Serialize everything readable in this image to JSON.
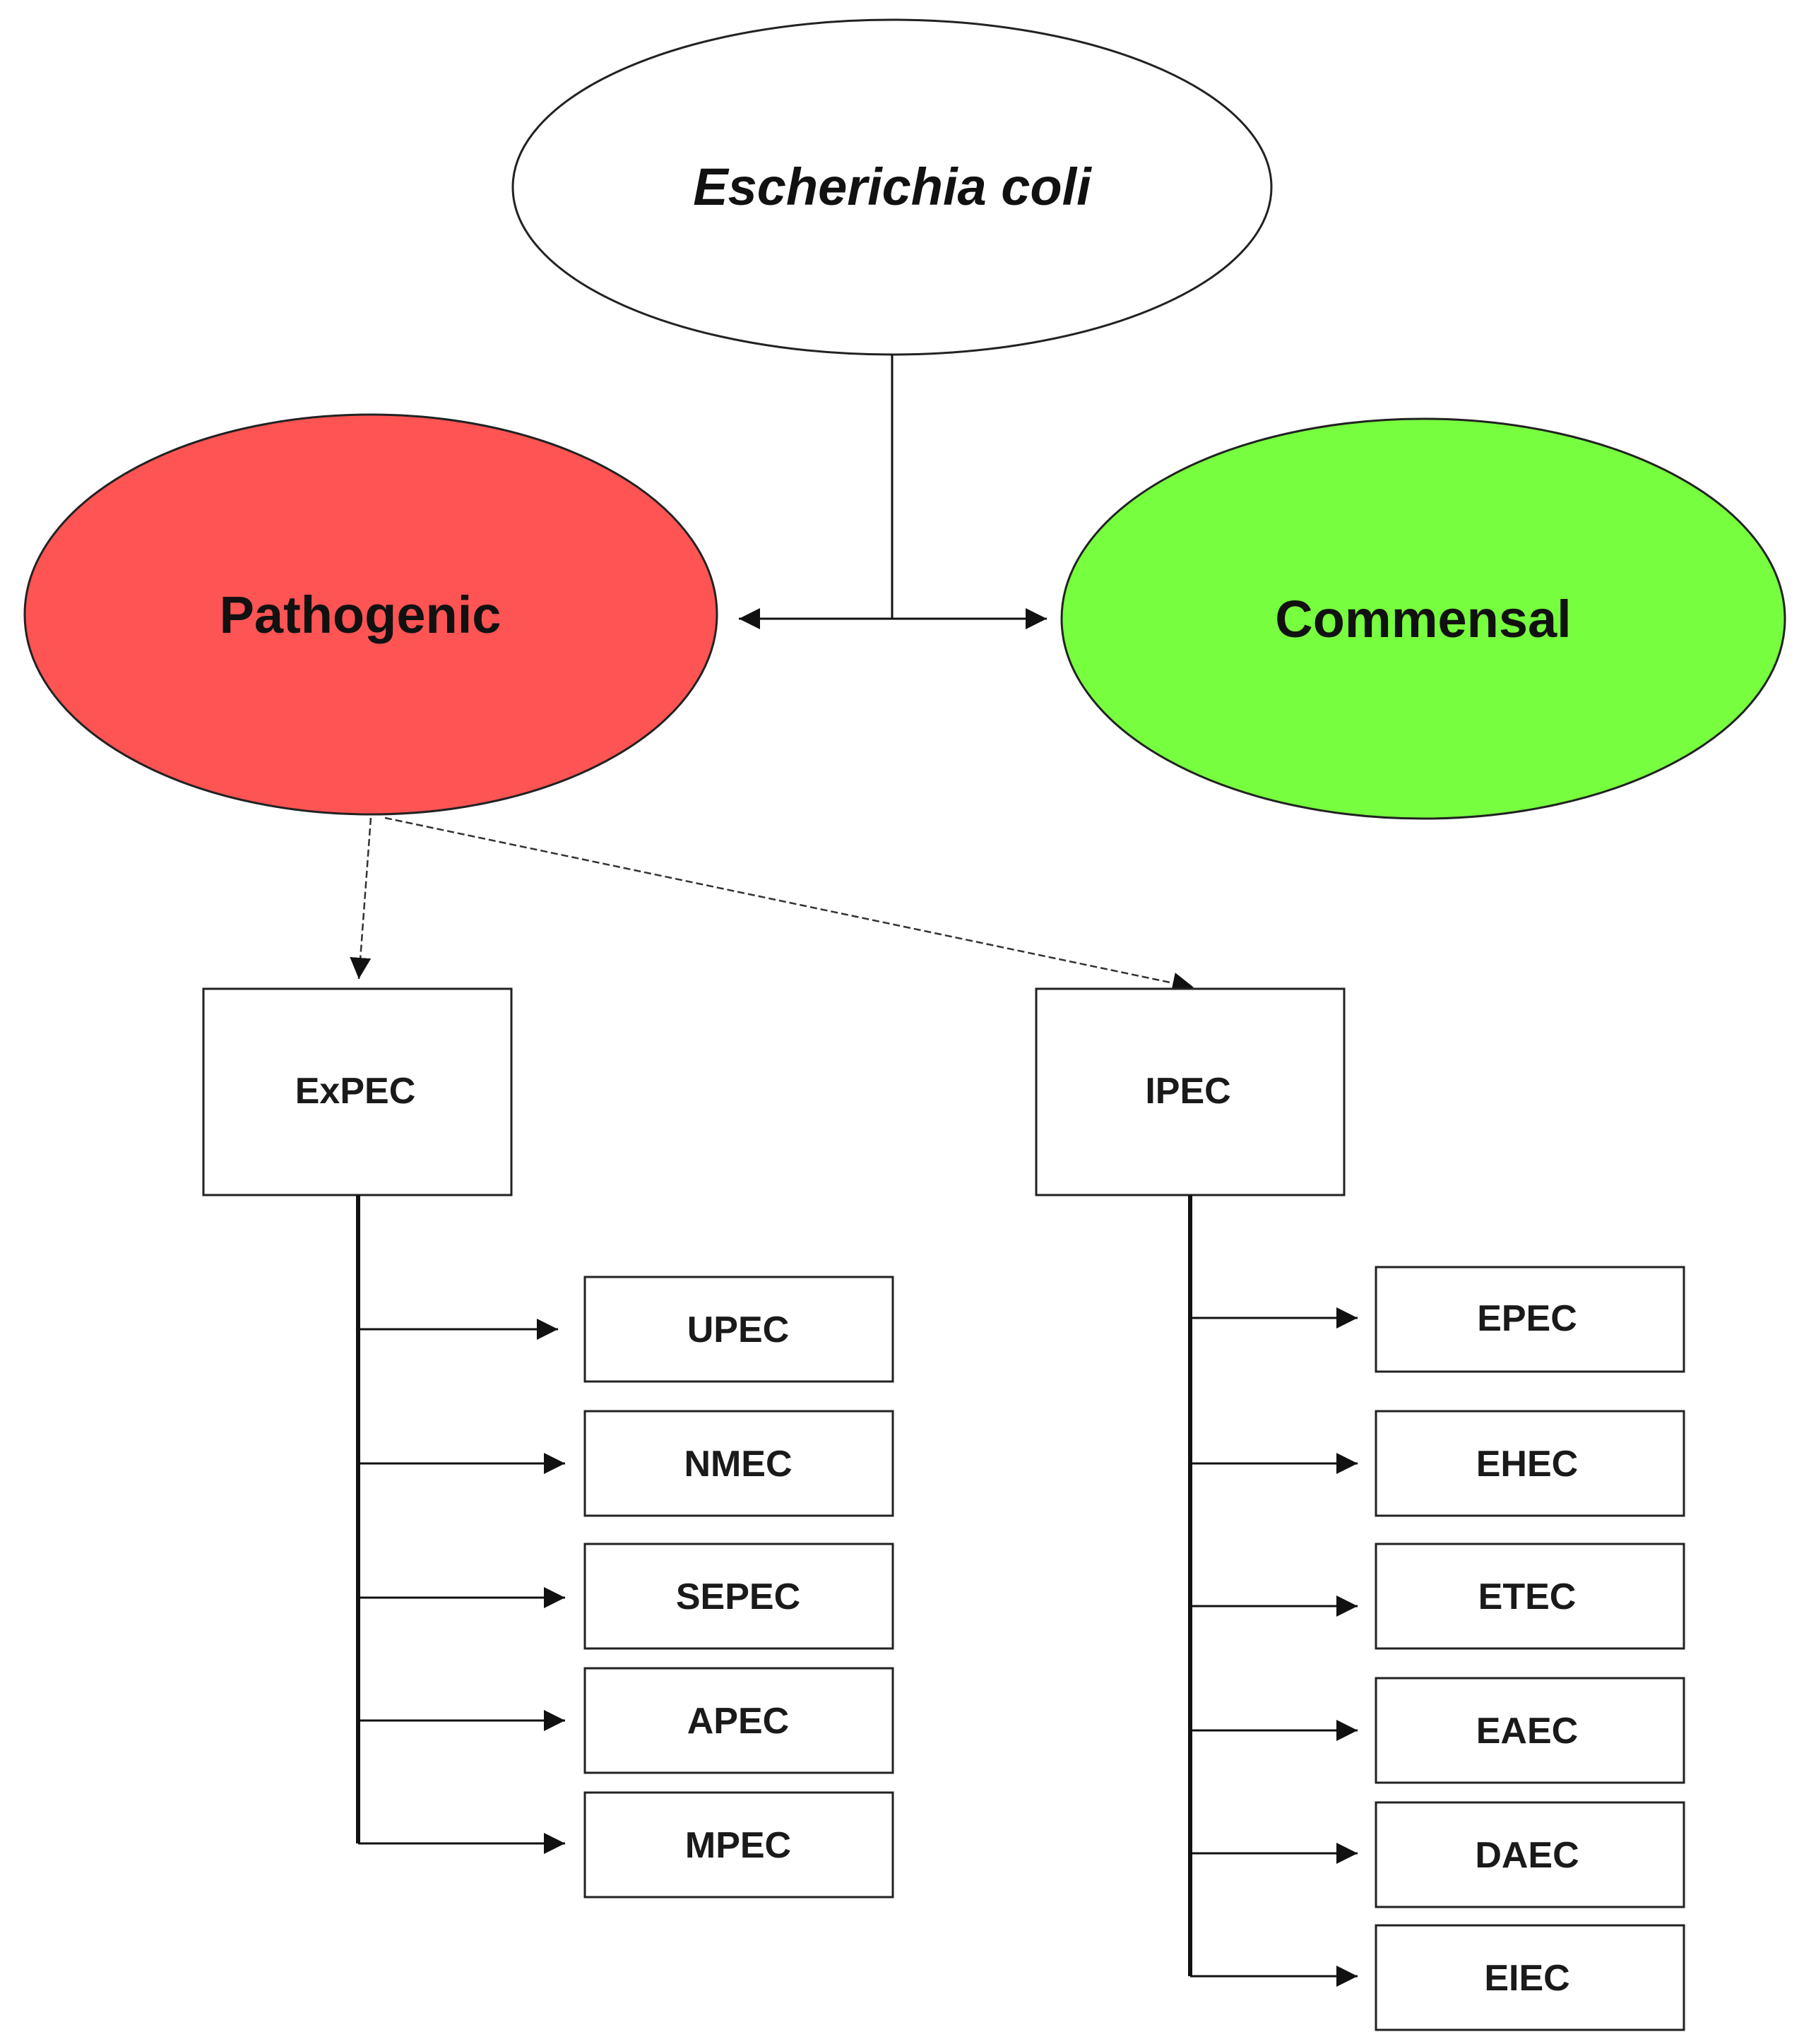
{
  "root": {
    "label": "Escherichia coli"
  },
  "categories": {
    "pathogenic": {
      "label": "Pathogenic",
      "color": "#ff5454"
    },
    "commensal": {
      "label": "Commensal",
      "color": "#77ff3f"
    }
  },
  "groups": {
    "expec": {
      "label": "ExPEC",
      "children": [
        "UPEC",
        "NMEC",
        "SEPEC",
        "APEC",
        "MPEC"
      ]
    },
    "ipec": {
      "label": "IPEC",
      "children": [
        "EPEC",
        "EHEC",
        "ETEC",
        "EAEC",
        "DAEC",
        "EIEC"
      ]
    }
  }
}
